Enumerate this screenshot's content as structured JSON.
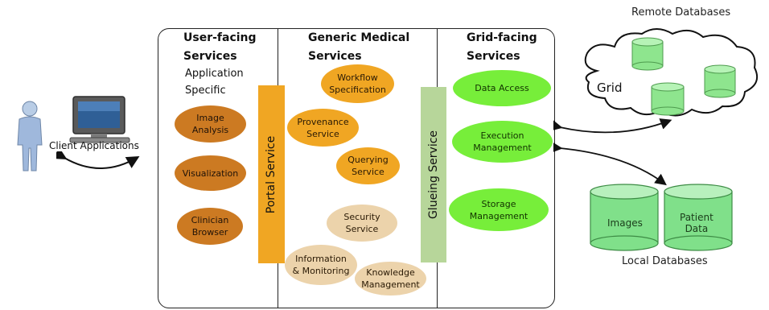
{
  "columns": {
    "user_facing": {
      "title_line1": "User-facing",
      "title_line2": "Services",
      "sub_line1": "Application",
      "sub_line2": "Specific"
    },
    "generic_medical": {
      "title_line1": "Generic Medical",
      "title_line2": "Services"
    },
    "grid_facing": {
      "title_line1": "Grid-facing",
      "title_line2": "Services"
    }
  },
  "user_services": {
    "image_analysis": [
      "Image",
      "Analysis"
    ],
    "visualization": "Visualization",
    "clinician_browser": [
      "Clinician",
      "Browser"
    ]
  },
  "portal_service": "Portal Service",
  "medical_services": {
    "workflow": [
      "Workflow",
      "Specification"
    ],
    "provenance": [
      "Provenance",
      "Service"
    ],
    "querying": [
      "Querying",
      "Service"
    ],
    "security": [
      "Security",
      "Service"
    ],
    "information": [
      "Information",
      "& Monitoring"
    ],
    "knowledge": [
      "Knowledge",
      "Management"
    ]
  },
  "glueing_service": "Glueing Service",
  "grid_services": {
    "data_access": "Data Access",
    "execution": [
      "Execution",
      "Management"
    ],
    "storage": [
      "Storage",
      "Management"
    ]
  },
  "client": {
    "label": "Client Applications"
  },
  "remote": {
    "label": "Remote Databases",
    "cloud_label": "Grid"
  },
  "local": {
    "label": "Local Databases",
    "images": "Images",
    "patient": [
      "Patient",
      "Data"
    ]
  },
  "colors": {
    "dark_orange": "#cc7a22",
    "orange": "#f0a623",
    "tan": "#ecd3ab",
    "green": "#77ee3a",
    "glue": "#b7d69a",
    "db_green": "#80e08a"
  }
}
